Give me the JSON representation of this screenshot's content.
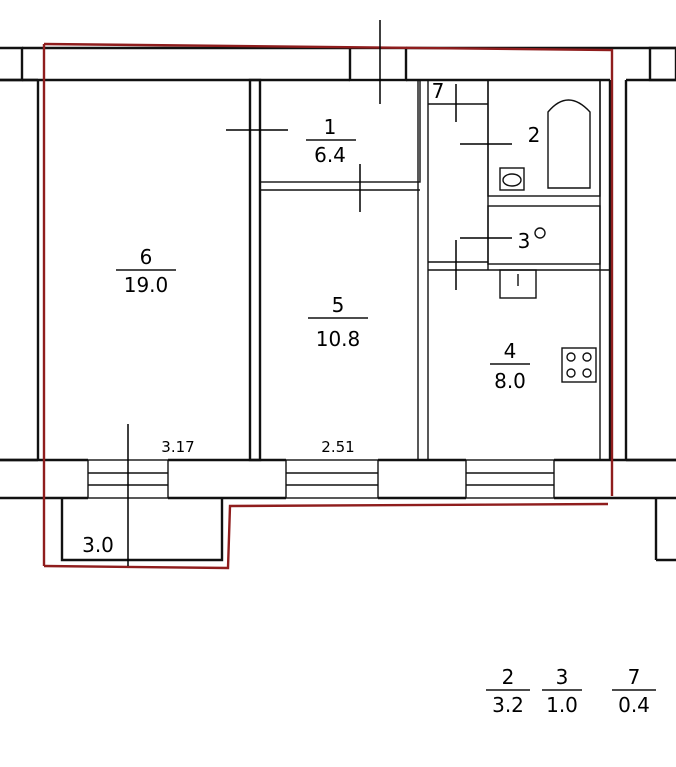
{
  "colors": {
    "wall": "#111111",
    "outline": "#8f1d1d",
    "background": "#ffffff"
  },
  "rooms": [
    {
      "number": "1",
      "area": "6.4"
    },
    {
      "number": "2",
      "area": ""
    },
    {
      "number": "3",
      "area": ""
    },
    {
      "number": "4",
      "area": "8.0"
    },
    {
      "number": "5",
      "area": "10.8"
    },
    {
      "number": "6",
      "area": "19.0"
    },
    {
      "number": "7",
      "area": ""
    }
  ],
  "dimensions": {
    "room6_width": "3.17",
    "room5_width": "2.51",
    "balcony_width": "3.0"
  },
  "legend": [
    {
      "number": "2",
      "area": "3.2"
    },
    {
      "number": "3",
      "area": "1.0"
    },
    {
      "number": "7",
      "area": "0.4"
    }
  ],
  "icons": [
    "bathtub-icon",
    "toilet-icon",
    "sink-icon",
    "stove-icon"
  ]
}
